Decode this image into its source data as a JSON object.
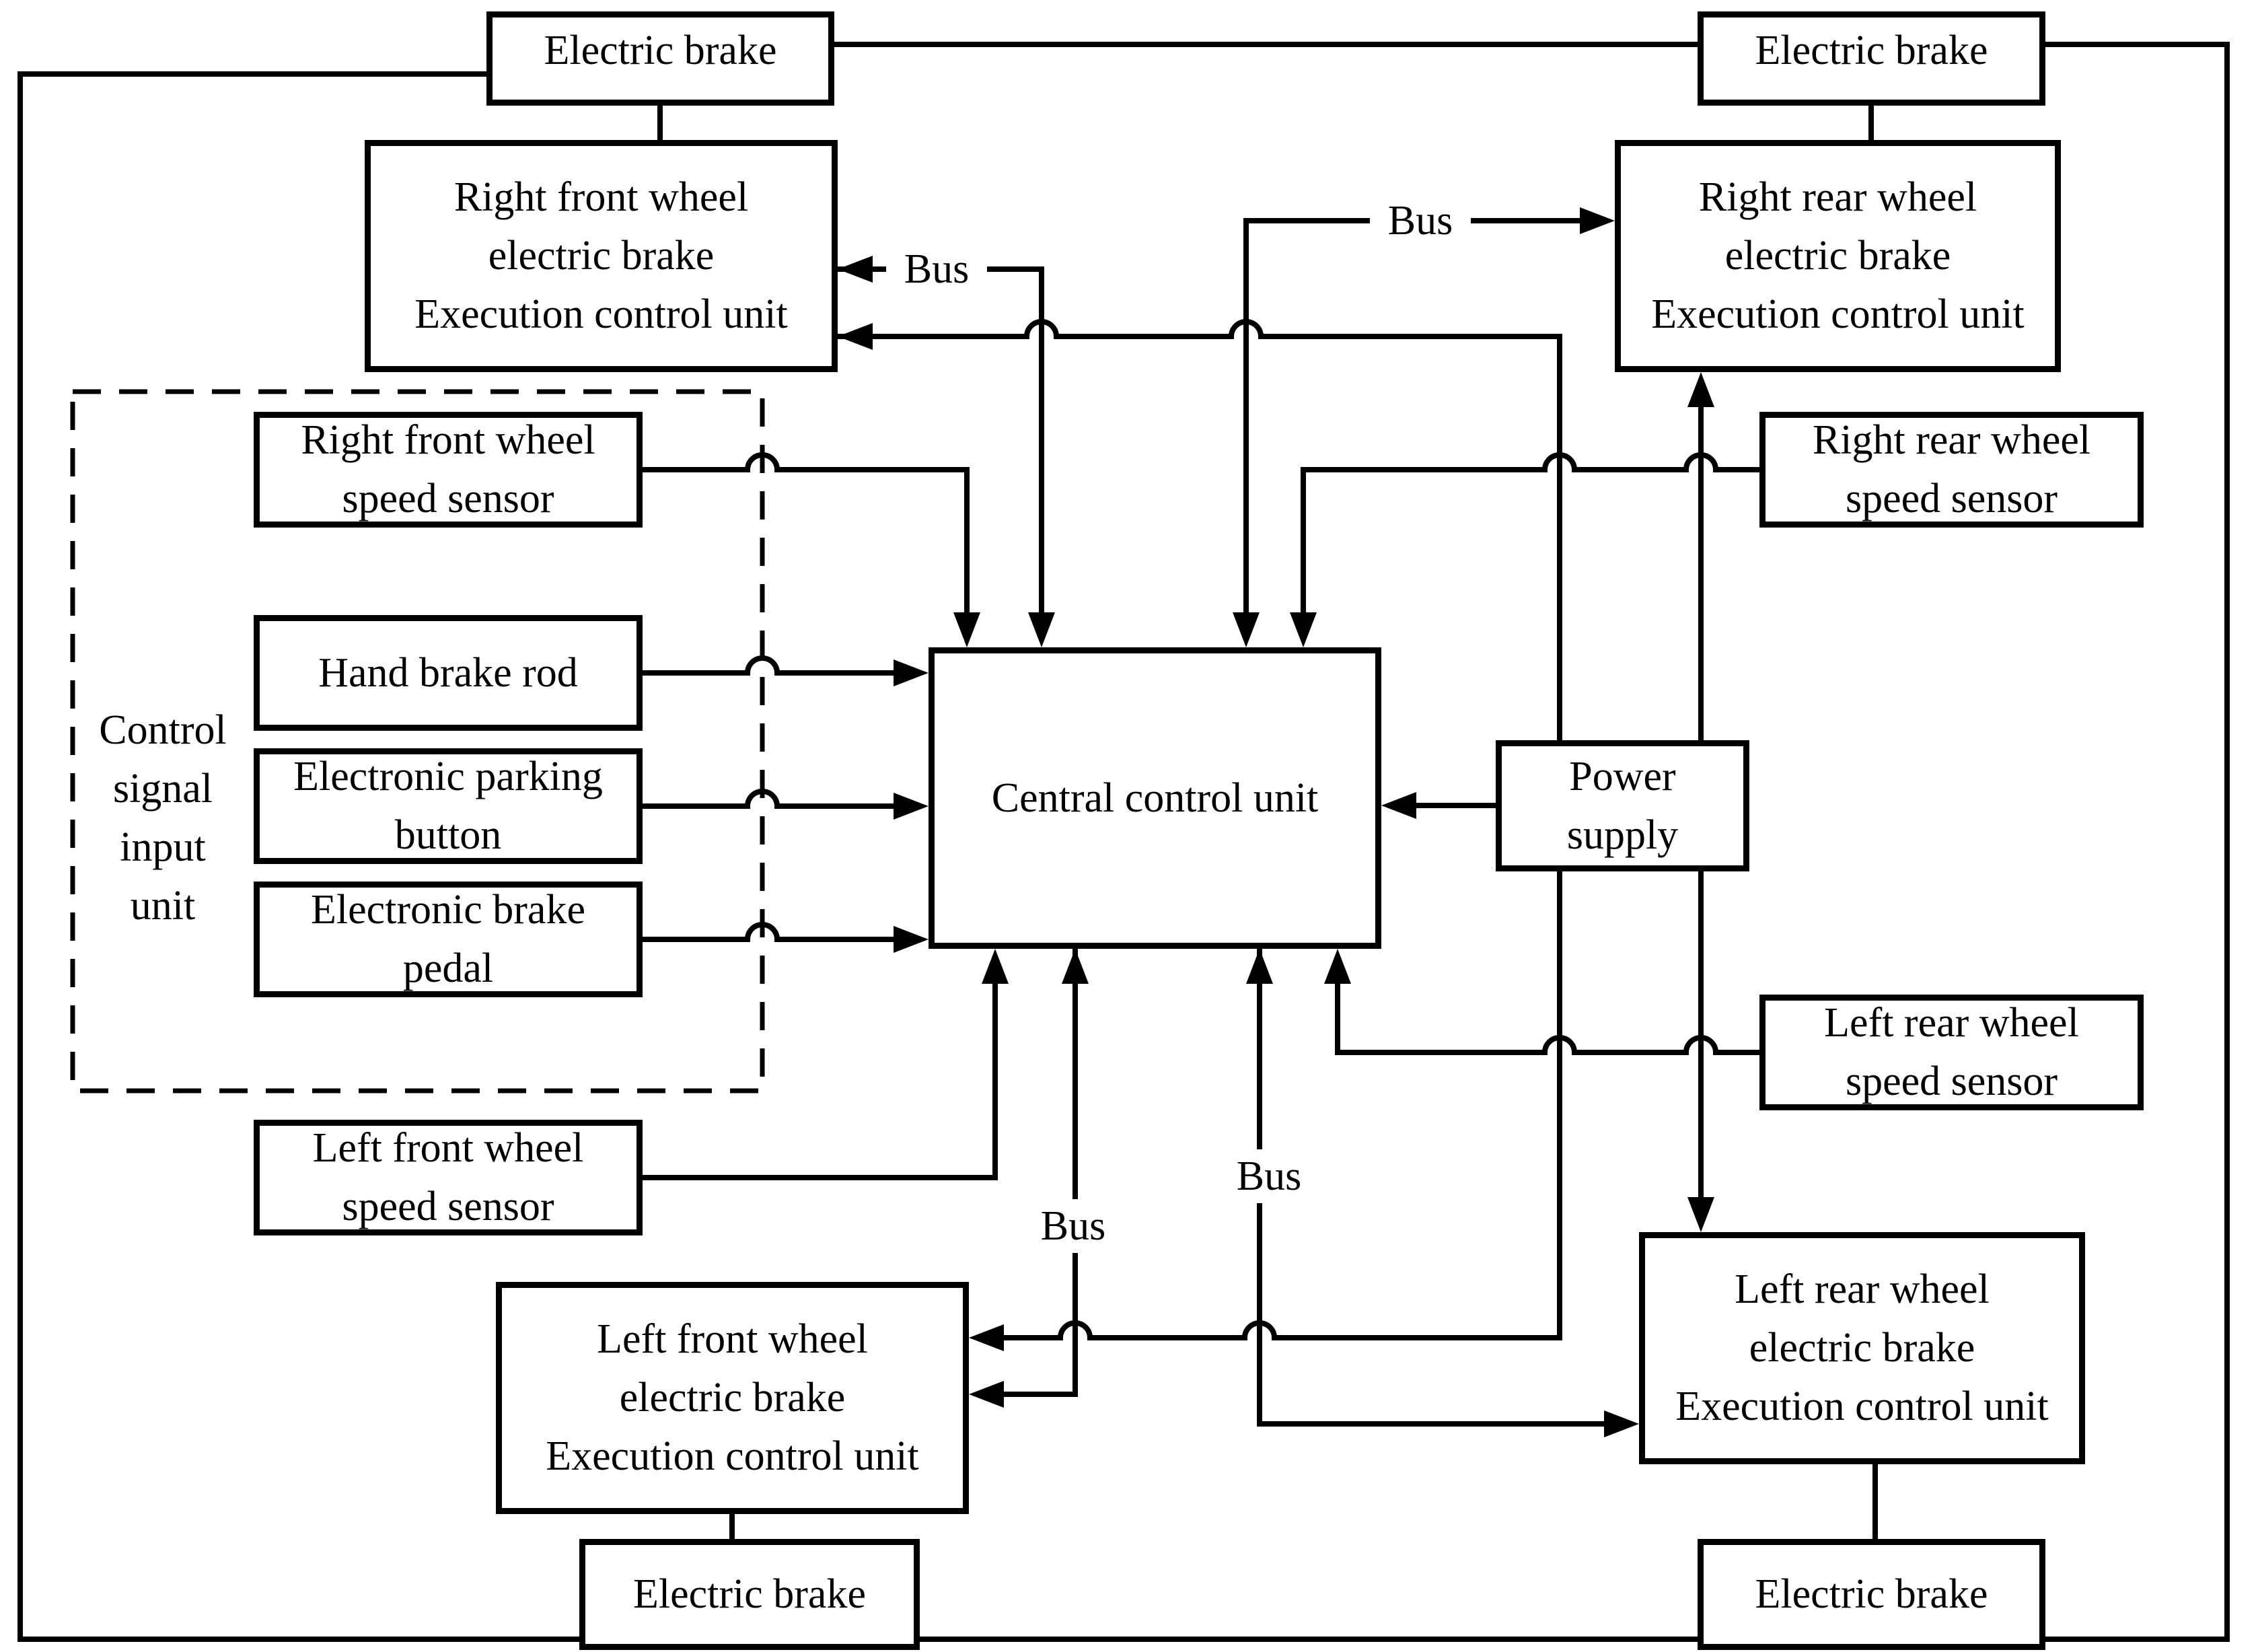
{
  "colors": {
    "background": "#ffffff",
    "line": "#000000",
    "text": "#000000"
  },
  "boxes": {
    "electric_brake_top_left": {
      "lines": [
        "Electric brake"
      ]
    },
    "electric_brake_top_right": {
      "lines": [
        "Electric brake"
      ]
    },
    "right_front_ecu": {
      "lines": [
        "Right front wheel",
        "electric brake",
        "Execution control unit"
      ]
    },
    "right_rear_ecu": {
      "lines": [
        "Right rear wheel",
        "electric brake",
        "Execution control unit"
      ]
    },
    "control_signal_input_unit": {
      "lines": [
        "Control",
        "signal",
        "input",
        "unit"
      ]
    },
    "right_front_speed_sensor": {
      "lines": [
        "Right front wheel",
        "speed sensor"
      ]
    },
    "hand_brake_rod": {
      "lines": [
        "Hand brake rod"
      ]
    },
    "electronic_parking_button": {
      "lines": [
        "Electronic parking",
        "button"
      ]
    },
    "electronic_brake_pedal": {
      "lines": [
        "Electronic brake",
        "pedal"
      ]
    },
    "central_control_unit": {
      "lines": [
        "Central control unit"
      ]
    },
    "power_supply": {
      "lines": [
        "Power",
        "supply"
      ]
    },
    "right_rear_speed_sensor": {
      "lines": [
        "Right rear wheel",
        "speed sensor"
      ]
    },
    "left_rear_speed_sensor": {
      "lines": [
        "Left rear wheel",
        "speed sensor"
      ]
    },
    "left_front_speed_sensor": {
      "lines": [
        "Left front wheel",
        "speed sensor"
      ]
    },
    "left_front_ecu": {
      "lines": [
        "Left front wheel",
        "electric brake",
        "Execution control unit"
      ]
    },
    "left_rear_ecu": {
      "lines": [
        "Left rear wheel",
        "electric brake",
        "Execution control unit"
      ]
    },
    "electric_brake_bottom_left": {
      "lines": [
        "Electric brake"
      ]
    },
    "electric_brake_bottom_right": {
      "lines": [
        "Electric brake"
      ]
    }
  },
  "bus_labels": {
    "top_left": "Bus",
    "top_right": "Bus",
    "bottom_left": "Bus",
    "bottom_right": "Bus"
  }
}
